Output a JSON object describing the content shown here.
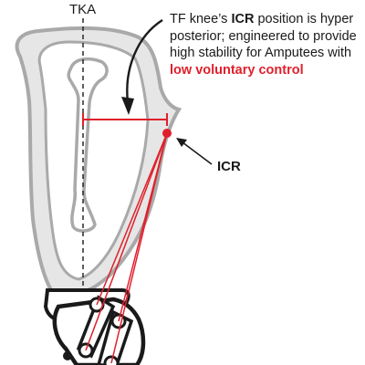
{
  "labels": {
    "tka": "TKA",
    "icr": "ICR"
  },
  "caption": {
    "part1": "TF knee’s ",
    "part2_bold": "ICR",
    "part3": " position is hyper posterior; engineered to provide high stability for Amputees with ",
    "part4_red": "low voluntary control"
  },
  "colors": {
    "socket_gray": "#a9a9a9",
    "socket_fill": "#e6e6e6",
    "accent_red": "#e0202c",
    "dark": "#1a1a1a"
  }
}
